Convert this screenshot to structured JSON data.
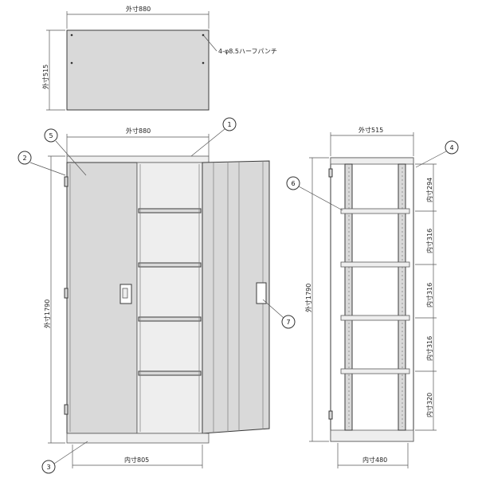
{
  "top_view": {
    "width_label": "外寸880",
    "depth_label": "外寸515",
    "hole_note": "4-φ8.5ハーフパンチ"
  },
  "front_view": {
    "width_label": "外寸880",
    "height_label": "外寸1790",
    "inner_width_label": "内寸805"
  },
  "side_view": {
    "depth_label": "外寸515",
    "height_label": "外寸1790",
    "inner_depth_label": "内寸480",
    "pitch_labels": [
      "内寸294",
      "内寸316",
      "内寸316",
      "内寸316",
      "内寸320"
    ]
  },
  "callouts": [
    "1",
    "2",
    "3",
    "4",
    "5",
    "6",
    "7"
  ],
  "colors": {
    "line": "#3a3a3a",
    "panel": "#d9d9d9",
    "shelf": "#eeeeee"
  }
}
